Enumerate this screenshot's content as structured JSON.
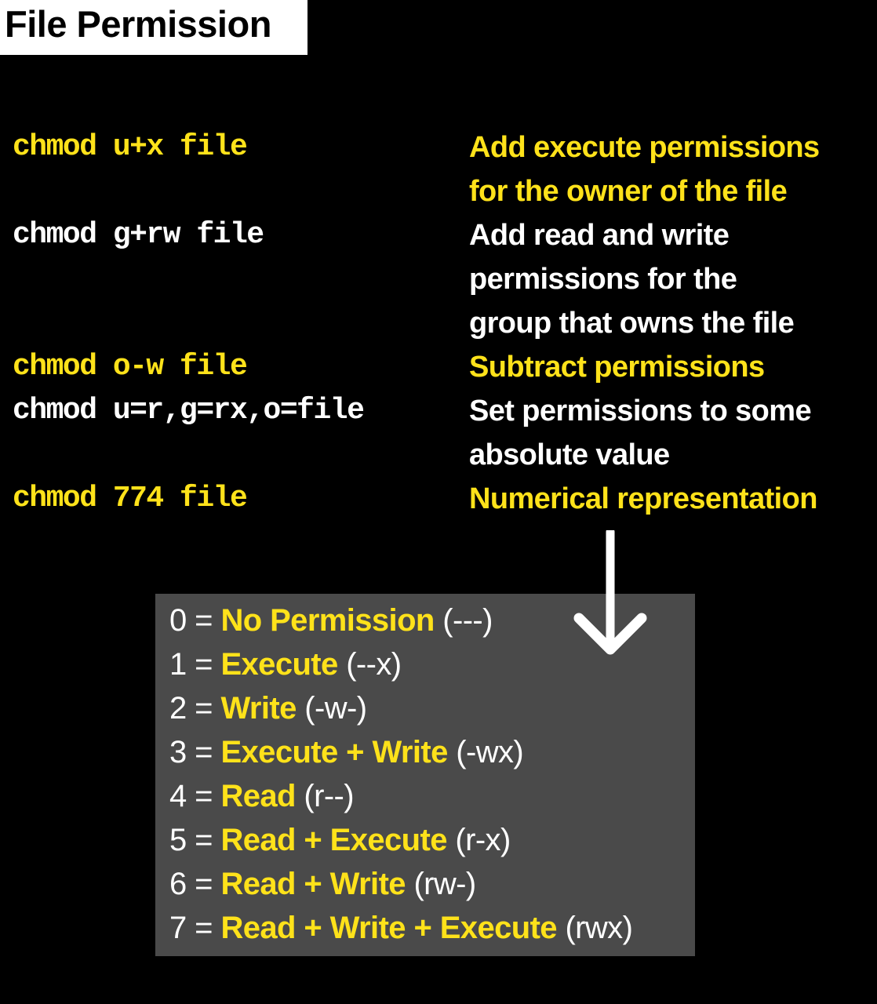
{
  "title": "File Permission",
  "commands": [
    {
      "cmd": "chmod u+x file",
      "desc": "Add execute permissions\nfor the owner of the file",
      "color": "#ffe21a"
    },
    {
      "cmd": "chmod g+rw file",
      "desc": "Add read and write\npermissions for the\ngroup that owns the file",
      "color": "#ffffff"
    },
    {
      "cmd": "chmod o-w file",
      "desc": "Subtract permissions",
      "color": "#ffe21a"
    },
    {
      "cmd": "chmod u=r,g=rx,o=file",
      "desc": "Set permissions to some\nabsolute value",
      "color": "#ffffff"
    },
    {
      "cmd": "chmod 774 file",
      "desc": "Numerical representation",
      "color": "#ffe21a"
    }
  ],
  "arrow_icon": "down-arrow-icon",
  "legend": [
    {
      "num": "0",
      "eq": "=",
      "name": "No Permission",
      "sym": "(---)"
    },
    {
      "num": "1",
      "eq": "=",
      "name": "Execute",
      "sym": "(--x)"
    },
    {
      "num": "2",
      "eq": "=",
      "name": "Write",
      "sym": "(-w-)"
    },
    {
      "num": "3",
      "eq": "=",
      "name": "Execute + Write",
      "sym": "(-wx)"
    },
    {
      "num": "4",
      "eq": "=",
      "name": "Read",
      "sym": "(r--)"
    },
    {
      "num": "5",
      "eq": "=",
      "name": "Read + Execute",
      "sym": "(r-x)"
    },
    {
      "num": "6",
      "eq": "=",
      "name": "Read + Write",
      "sym": "(rw-)"
    },
    {
      "num": "7",
      "eq": "=",
      "name": "Read + Write + Execute",
      "sym": "(rwx)"
    }
  ],
  "colors": {
    "background": "#000000",
    "accent": "#ffe21a",
    "text": "#ffffff",
    "legend_bg": "#4a4a4a"
  }
}
